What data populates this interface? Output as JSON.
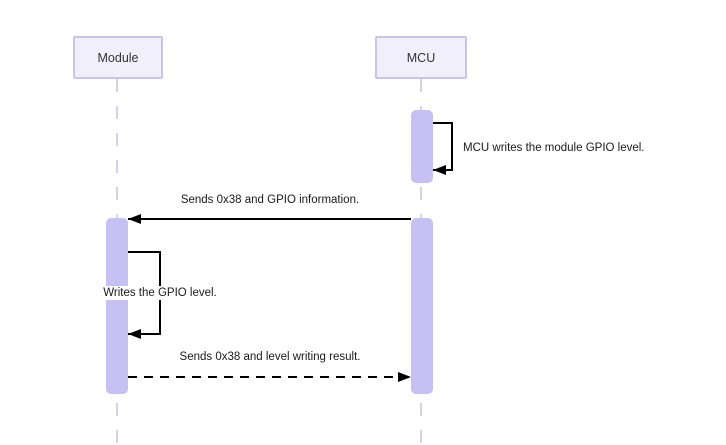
{
  "diagram_type": "sequence-diagram",
  "actors": [
    {
      "label": "Module"
    },
    {
      "label": "MCU"
    }
  ],
  "messages": [
    {
      "text": "MCU writes the module GPIO level.",
      "type": "self",
      "actor": "MCU"
    },
    {
      "text": "Sends 0x38 and GPIO information.",
      "type": "solid-arrow",
      "from": "MCU",
      "to": "Module"
    },
    {
      "text": "Writes the GPIO level.",
      "type": "self",
      "actor": "Module"
    },
    {
      "text": "Sends 0x38 and level writing result.",
      "type": "dashed-arrow",
      "from": "Module",
      "to": "MCU"
    }
  ],
  "colors": {
    "actor_fill": "#F0EFFB",
    "actor_border": "#CBC4EA",
    "actor_text": "#333333",
    "activation_fill": "#C7C0F3",
    "lifeline": "#D6D0F2",
    "message_line": "#000000",
    "text": "#1a1a1a"
  }
}
